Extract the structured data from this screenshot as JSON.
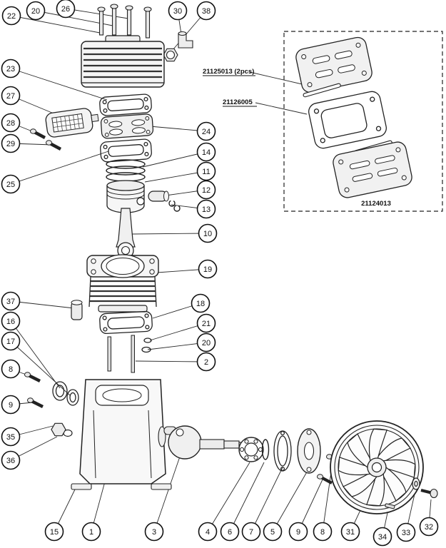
{
  "diagram": {
    "type": "exploded-parts-diagram",
    "callouts": [
      {
        "label": "22"
      },
      {
        "label": "20"
      },
      {
        "label": "26"
      },
      {
        "label": "30"
      },
      {
        "label": "38"
      },
      {
        "label": "23"
      },
      {
        "label": "27"
      },
      {
        "label": "28"
      },
      {
        "label": "29"
      },
      {
        "label": "25"
      },
      {
        "label": "24"
      },
      {
        "label": "14"
      },
      {
        "label": "11"
      },
      {
        "label": "12"
      },
      {
        "label": "13"
      },
      {
        "label": "10"
      },
      {
        "label": "19"
      },
      {
        "label": "18"
      },
      {
        "label": "21"
      },
      {
        "label": "20"
      },
      {
        "label": "2"
      },
      {
        "label": "37"
      },
      {
        "label": "16"
      },
      {
        "label": "17"
      },
      {
        "label": "8"
      },
      {
        "label": "9"
      },
      {
        "label": "35"
      },
      {
        "label": "36"
      },
      {
        "label": "15"
      },
      {
        "label": "1"
      },
      {
        "label": "3"
      },
      {
        "label": "4"
      },
      {
        "label": "6"
      },
      {
        "label": "7"
      },
      {
        "label": "5"
      },
      {
        "label": "9"
      },
      {
        "label": "8"
      },
      {
        "label": "31"
      },
      {
        "label": "34"
      },
      {
        "label": "33"
      },
      {
        "label": "32"
      }
    ],
    "part_numbers": {
      "reed_valves": "21125013 (2pcs)",
      "gasket": "21126005",
      "valve_plate_kit": "21124013"
    }
  }
}
